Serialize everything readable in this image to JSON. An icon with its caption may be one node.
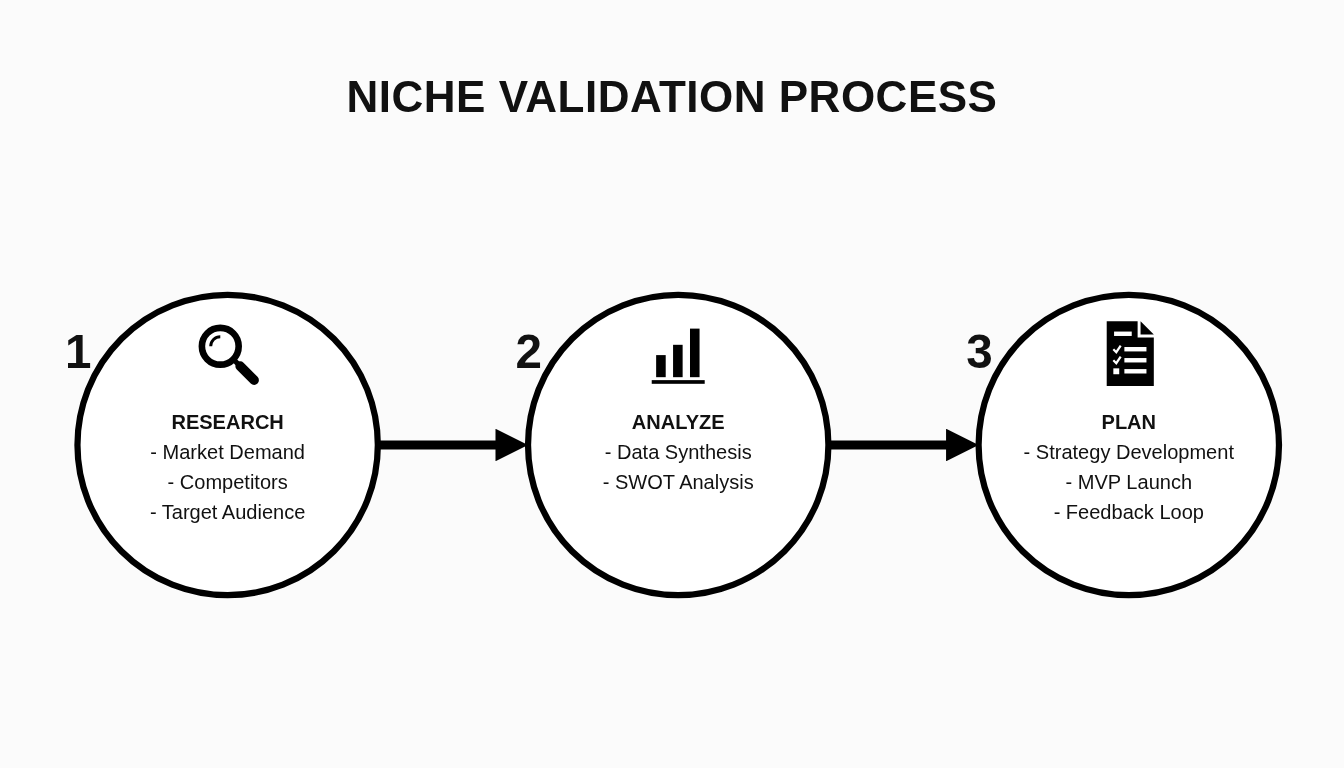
{
  "diagram": {
    "title": "NICHE VALIDATION PROCESS",
    "nodes": [
      {
        "text": [
          "RESEARCH",
          "- Market Demand",
          "- Competitors",
          "- Target Audience"
        ],
        "beside": [
          "1"
        ]
      },
      {
        "text": [
          "ANALYZE",
          "- Data Synthesis",
          "- SWOT Analysis"
        ],
        "beside": [
          "2"
        ]
      },
      {
        "text": [
          "PLAN",
          "- Strategy Development",
          "- MVP Launch",
          "- Feedback Loop"
        ],
        "beside": [
          "3"
        ]
      }
    ],
    "edges": [
      {
        "from": 0,
        "to": 1,
        "arrow": "to"
      },
      {
        "from": 1,
        "to": 2,
        "arrow": "to"
      }
    ]
  }
}
